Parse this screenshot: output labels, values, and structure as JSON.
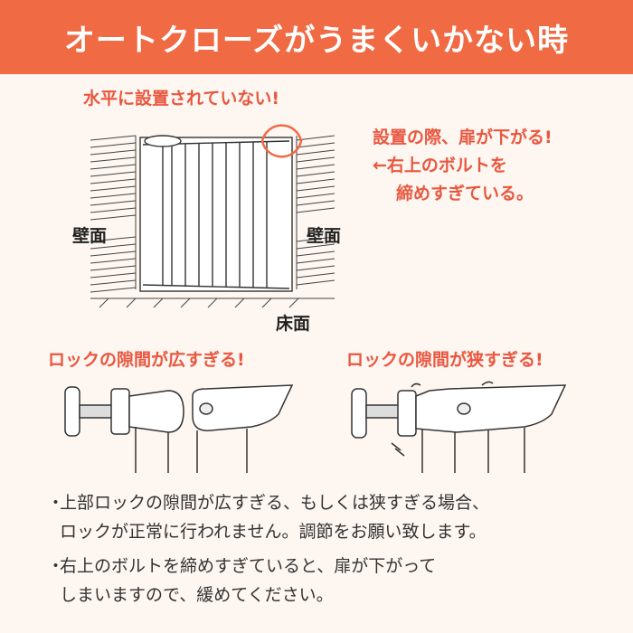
{
  "header": {
    "title": "オートクローズがうまくいかない時"
  },
  "gate_section": {
    "note_top": "水平に設置されていない!",
    "wall_left": "壁面",
    "wall_right": "壁面",
    "floor": "床面",
    "side_note": {
      "line1": "設置の際、扉が下がる!",
      "line2": "←右上のボルトを",
      "line3": "締めすぎている。"
    }
  },
  "lock_section": {
    "wide_title": "ロックの隙間が広すぎる!",
    "narrow_title": "ロックの隙間が狭すぎる!"
  },
  "bullets": [
    {
      "mark": "・",
      "text": "上部ロックの隙間が広すぎる、もしくは狭すぎる場合、\nロックが正常に行われません。調節をお願い致します。"
    },
    {
      "mark": "・",
      "text": "右上のボルトを締めすぎていると、扉が下がって\nしまいますので、緩めてください。"
    }
  ],
  "colors": {
    "accent": "#f06a43",
    "accent_text": "#e9573f",
    "background": "#fdf6f1"
  }
}
